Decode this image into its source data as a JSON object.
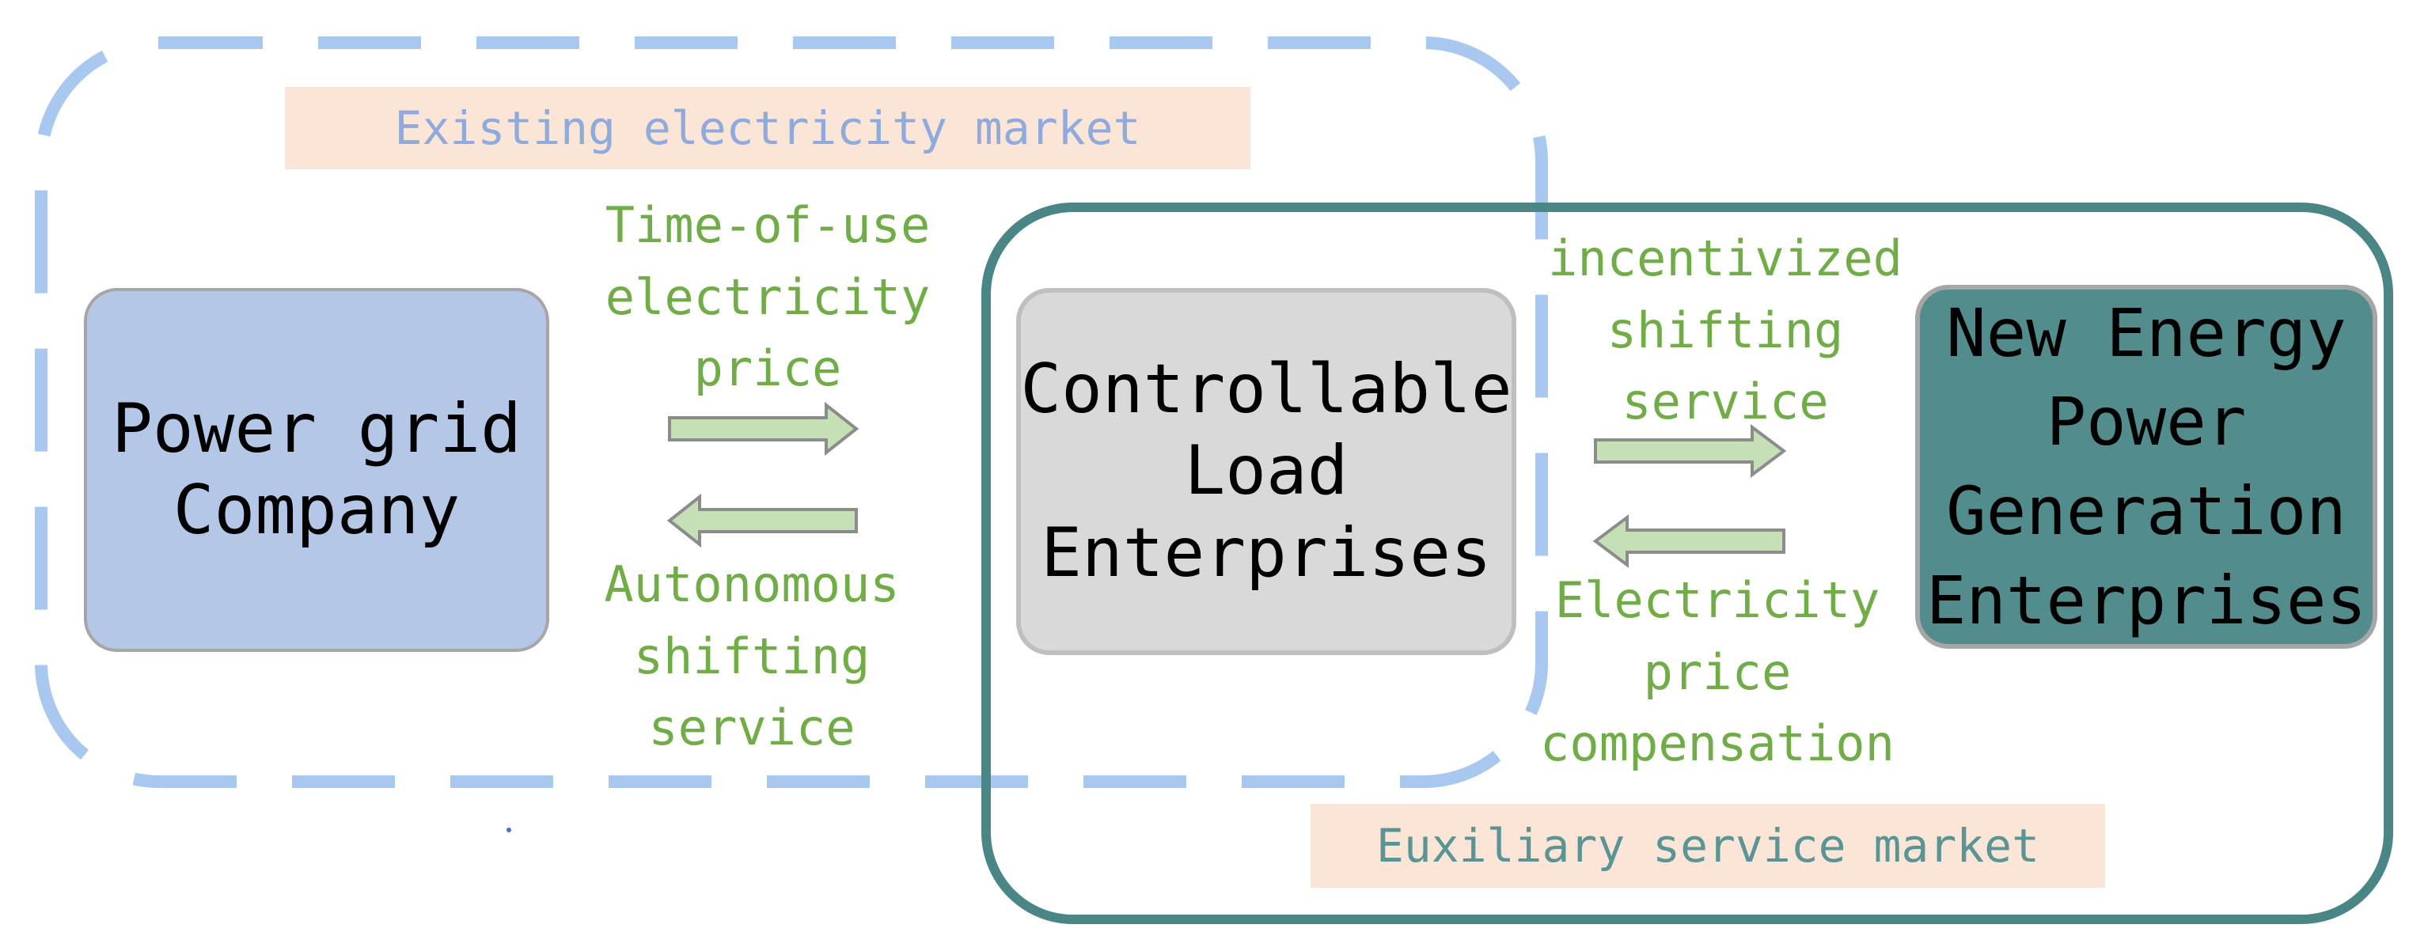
{
  "colors": {
    "existing_frame": "#a8c8f0",
    "auxiliary_frame": "#4a8686",
    "arrow_fill": "#c5e0b4",
    "arrow_stroke": "#8c8c8c",
    "flow_text": "#70ad47",
    "power_grid_box": "#b4c7e7",
    "load_box": "#d9d9d9",
    "new_energy_box": "#538c8c",
    "label_background": "#fbe5d6"
  },
  "markets": {
    "existing_label": "Existing electricity market",
    "auxiliary_label": "Euxiliary service market"
  },
  "nodes": {
    "power_grid": {
      "lines": [
        "Power grid",
        "Company"
      ]
    },
    "controllable_load": {
      "lines": [
        "Controllable",
        "Load",
        "Enterprises"
      ]
    },
    "new_energy": {
      "lines": [
        "New Energy",
        "Power",
        "Generation",
        "Enterprises"
      ]
    }
  },
  "flows": {
    "time_of_use": {
      "lines": [
        "Time-of-use",
        "electricity",
        "price"
      ],
      "direction": "right"
    },
    "autonomous_shifting": {
      "lines": [
        "Autonomous",
        "shifting",
        "service"
      ],
      "direction": "left"
    },
    "incentivized_shifting": {
      "lines": [
        "incentivized",
        "shifting",
        "service"
      ],
      "direction": "right"
    },
    "price_compensation": {
      "lines": [
        "Electricity",
        "price",
        "compensation"
      ],
      "direction": "left"
    }
  }
}
